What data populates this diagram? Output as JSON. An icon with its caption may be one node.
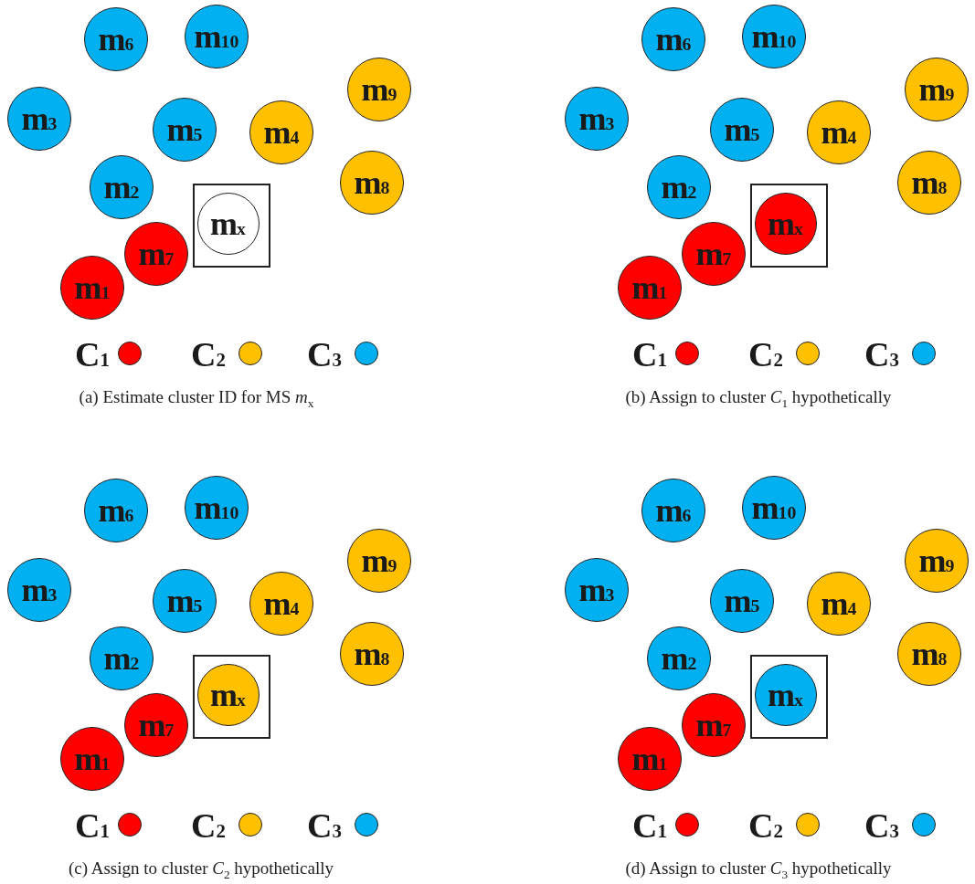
{
  "diagram": {
    "nodes": [
      {
        "text": [
          "m$_{10}$"
        ]
      },
      {
        "text": [
          "m$_{6}$"
        ]
      },
      {
        "text": [
          "m$_{9}$"
        ]
      },
      {
        "text": [
          "m$_{3}$"
        ]
      },
      {
        "text": [
          "m$_{5}$"
        ]
      },
      {
        "text": [
          "m$_{4}$"
        ]
      },
      {
        "text": [
          "m$_{8}$"
        ]
      },
      {
        "text": [],
        "shape": "box"
      },
      {
        "text": [
          "m$_{2}$"
        ]
      },
      {
        "text": [
          "m$_{x}$"
        ],
        "in": 7
      },
      {
        "text": [
          "m$_{7}$"
        ]
      },
      {
        "text": [
          "m$_{1}$"
        ]
      },
      {
        "text": [
          "m$_{10}$"
        ]
      },
      {
        "text": [
          "m$_{6}$"
        ]
      },
      {
        "text": [
          "m$_{9}$"
        ]
      },
      {
        "text": [
          "m$_{3}$"
        ]
      },
      {
        "text": [
          "m$_{5}$"
        ]
      },
      {
        "text": [
          "m$_{4}$"
        ]
      },
      {
        "text": [
          "m$_{8}$"
        ]
      },
      {
        "text": [],
        "shape": "box"
      },
      {
        "text": [
          "m$_{2}$"
        ]
      },
      {
        "text": [
          "m$_{x}$"
        ],
        "in": 19
      },
      {
        "text": [
          "m$_{7}$"
        ]
      },
      {
        "text": [
          "m$_{1}$"
        ]
      },
      {
        "text": [
          "m$_{10}$"
        ]
      },
      {
        "text": [
          "m$_{6}$"
        ]
      },
      {
        "text": [
          "m$_{9}$"
        ]
      },
      {
        "text": [
          "m$_{3}$"
        ]
      },
      {
        "text": [
          "m$_{5}$"
        ]
      },
      {
        "text": [
          "m$_{4}$"
        ]
      },
      {
        "text": [
          "m$_{8}$"
        ]
      },
      {
        "text": [],
        "shape": "box"
      },
      {
        "text": [
          "m$_{2}$"
        ]
      },
      {
        "text": [
          "m$_{x}$"
        ],
        "in": 31
      },
      {
        "text": [
          "m$_{7}$"
        ]
      },
      {
        "text": [
          "m$_{1}$"
        ]
      },
      {
        "text": [
          "m$_{10}$"
        ]
      },
      {
        "text": [
          "m$_{6}$"
        ]
      },
      {
        "text": [
          "m$_{9}$"
        ]
      },
      {
        "text": [
          "m$_{3}$"
        ]
      },
      {
        "text": [
          "m$_{5}$"
        ]
      },
      {
        "text": [
          "m$_{4}$"
        ]
      },
      {
        "text": [
          "m$_{8}$"
        ]
      },
      {
        "text": [],
        "shape": "box"
      },
      {
        "text": [
          "m$_{2}$"
        ]
      },
      {
        "text": [
          "m$_{x}$"
        ],
        "in": 43
      },
      {
        "text": [
          "m$_{7}$"
        ]
      },
      {
        "text": [
          "m$_{1}$"
        ]
      }
    ],
    "labels": [
      "(a) Estimate cluster ID for MS *m*$_{x}$",
      "(b) Assign to cluster *C*$_{1}$ hypothetically",
      "(c) Assign to cluster *C*$_{2}$ hypothetically",
      "(d) Assign to cluster *C*$_{3}$ hypothetically"
    ],
    "legend": [
      {
        "text": "C$_{1}$",
        "color": "#ff0000"
      },
      {
        "text": "C$_{2}$",
        "color": "#ffc000"
      },
      {
        "text": "C$_{3}$",
        "color": "#00b0f0"
      },
      {
        "text": "C$_{1}$",
        "color": "#ff0000"
      },
      {
        "text": "C$_{2}$",
        "color": "#ffc000"
      },
      {
        "text": "C$_{3}$",
        "color": "#00b0f0"
      },
      {
        "text": "C$_{1}$",
        "color": "#ff0000"
      },
      {
        "text": "C$_{2}$",
        "color": "#ffc000"
      },
      {
        "text": "C$_{3}$",
        "color": "#00b0f0"
      },
      {
        "text": "C$_{1}$",
        "color": "#ff0000"
      },
      {
        "text": "C$_{2}$",
        "color": "#ffc000"
      },
      {
        "text": "C$_{3}$",
        "color": "#00b0f0"
      }
    ]
  }
}
